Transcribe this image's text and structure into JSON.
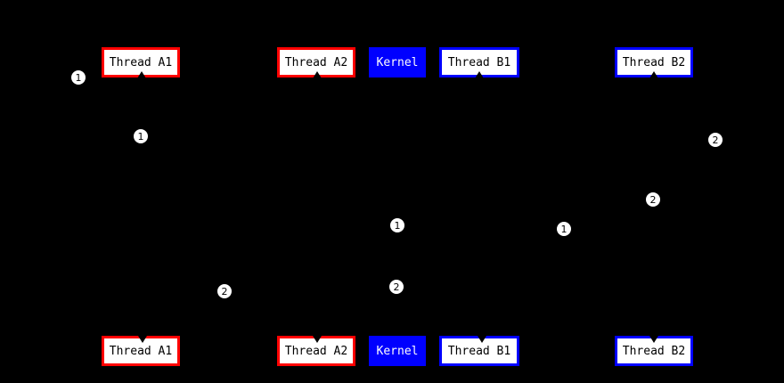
{
  "diagram": {
    "background": "#000000",
    "colors": {
      "thread_a_border": "#ff0000",
      "thread_b_border": "#0000ff",
      "kernel_bg": "#0000ff",
      "box_bg": "#ffffff",
      "box_text": "#000000",
      "kernel_text": "#ffffff",
      "marker_bg": "#ffffff",
      "marker_text": "#000000"
    },
    "top_row": [
      {
        "label": "Thread A1"
      },
      {
        "label": "Thread A2"
      },
      {
        "label": "Kernel"
      },
      {
        "label": "Thread B1"
      },
      {
        "label": "Thread B2"
      }
    ],
    "bottom_row": [
      {
        "label": "Thread A1"
      },
      {
        "label": "Thread A2"
      },
      {
        "label": "Kernel"
      },
      {
        "label": "Thread B1"
      },
      {
        "label": "Thread B2"
      }
    ],
    "markers": [
      {
        "value": "1"
      },
      {
        "value": "1"
      },
      {
        "value": "2"
      },
      {
        "value": "2"
      },
      {
        "value": "1"
      },
      {
        "value": "1"
      },
      {
        "value": "2"
      },
      {
        "value": "2"
      }
    ]
  }
}
